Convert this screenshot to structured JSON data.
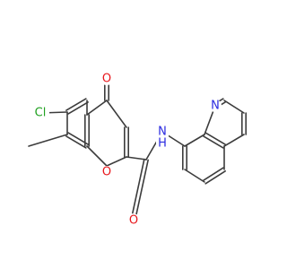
{
  "molecule": {
    "atoms": {
      "oxygen_carbonyl": {
        "text": "O",
        "color": "#e8161b"
      },
      "chlorine": {
        "text": "Cl",
        "color": "#1fa01f"
      },
      "oxygen_ring": {
        "text": "O",
        "color": "#e8161b"
      },
      "oxygen_amide": {
        "text": "O",
        "color": "#e8161b"
      },
      "nitrogen_amide": {
        "text": "N",
        "color": "#2a2ae0"
      },
      "hydrogen_amide": {
        "text": "H",
        "color": "#2a2ae0"
      },
      "nitrogen_quinoline": {
        "text": "N",
        "color": "#2a2ae0"
      }
    },
    "bond_color": "#3c3c3c"
  }
}
